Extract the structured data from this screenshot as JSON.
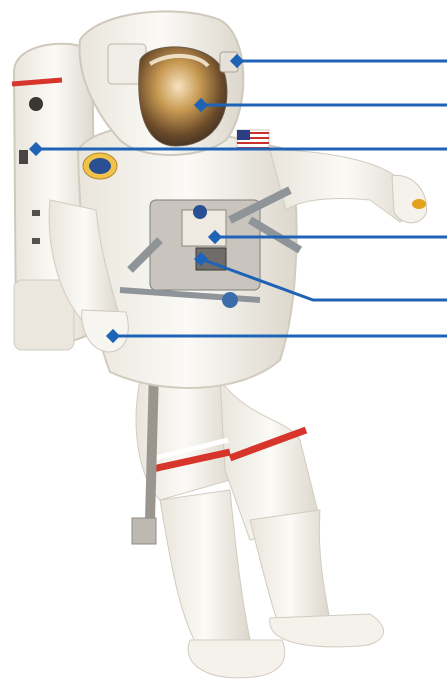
{
  "figure": {
    "subject": "astronaut-in-eva-spacesuit",
    "colors": {
      "background": "#ffffff",
      "suit_white": "#f4f1ea",
      "suit_shade": "#d8d3c8",
      "stripe_red": "#d7342b",
      "visor_gold": "#c89a52",
      "metal_gray": "#8f9499",
      "callout_blue": "#1f63b7"
    },
    "callouts": [
      {
        "id": "helmet-lights"
      },
      {
        "id": "helmet-visor"
      },
      {
        "id": "life-support-backpack"
      },
      {
        "id": "chest-control-panel"
      },
      {
        "id": "display-module"
      },
      {
        "id": "glove"
      }
    ]
  }
}
